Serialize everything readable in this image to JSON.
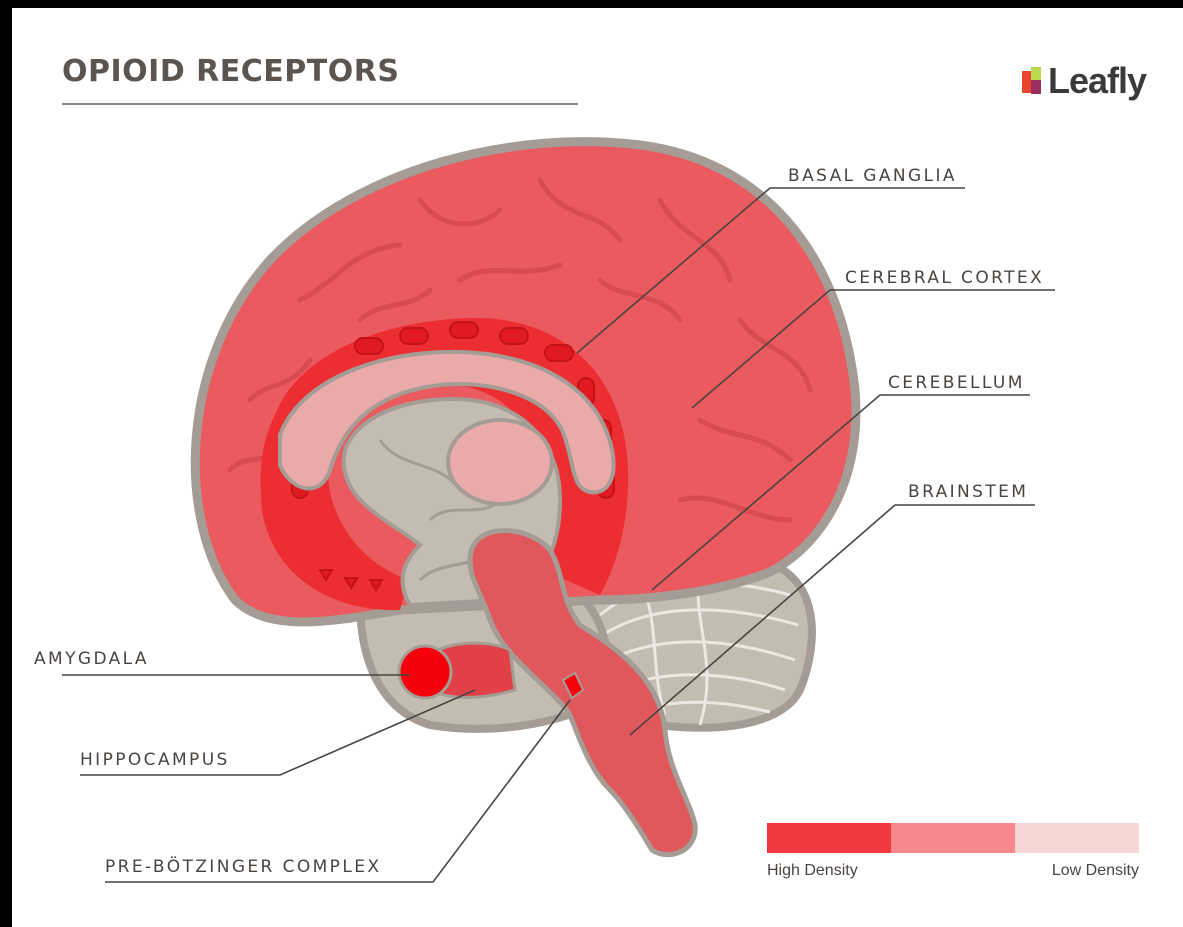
{
  "title": "OPIOID RECEPTORS",
  "brand": {
    "name": "Leafly",
    "colors": [
      "#b8d94a",
      "#e8472e",
      "#9b2d5f"
    ]
  },
  "labels": {
    "basal_ganglia": "BASAL GANGLIA",
    "cerebral_cortex": "CEREBRAL CORTEX",
    "cerebellum": "CEREBELLUM",
    "brainstem": "BRAINSTEM",
    "amygdala": "AMYGDALA",
    "hippocampus": "HIPPOCAMPUS",
    "pre_botzinger": "PRE-BÖTZINGER COMPLEX"
  },
  "legend": {
    "high_label": "High Density",
    "low_label": "Low Density",
    "colors": {
      "high": "#f2393f",
      "medium": "#f7888b",
      "low": "#f9d5d5"
    }
  },
  "colors": {
    "outline": "#a59d95",
    "tissue": "#c5bcb1",
    "cortex": "#ea5a5e",
    "basal_ganglia": "#ec2e33",
    "corpus_callosum": "#eaaaaa",
    "brainstem": "#e0585c",
    "amygdala": "#f5000b"
  }
}
